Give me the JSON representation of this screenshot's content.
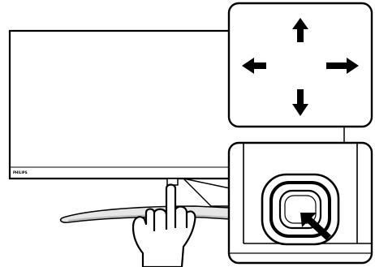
{
  "monitor": {
    "brand_label": "PHILIPS"
  },
  "direction_panel": {
    "arrows": [
      "up",
      "left",
      "right",
      "down"
    ]
  },
  "joystick_panel": {
    "control": "joystick-button"
  },
  "colors": {
    "line": "#000000",
    "background": "#ffffff",
    "stand": "#e6e6e6",
    "stand_shadow": "#cfcfcf"
  }
}
